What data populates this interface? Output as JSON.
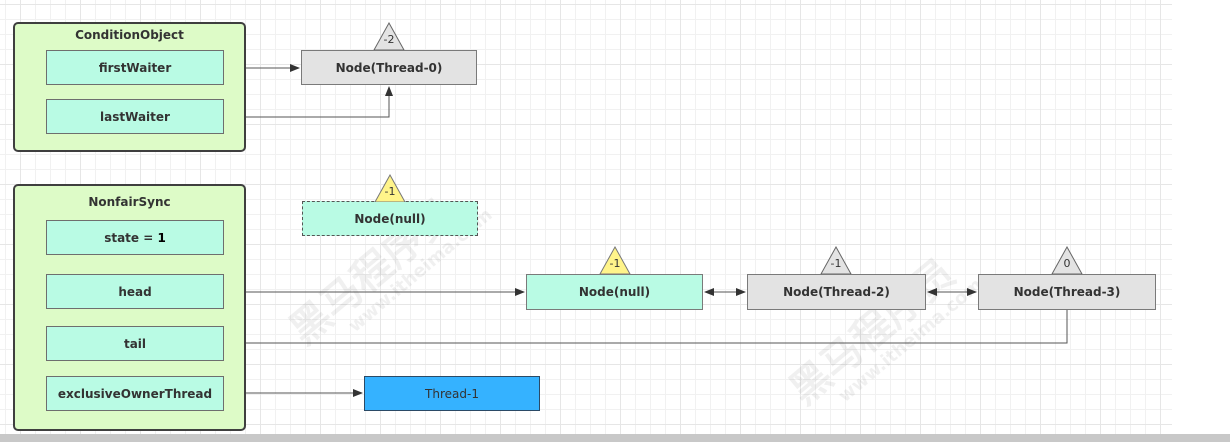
{
  "condition_object": {
    "title": "ConditionObject",
    "fields": [
      "firstWaiter",
      "lastWaiter"
    ]
  },
  "nonfair_sync": {
    "title": "NonfairSync",
    "fields": {
      "state_label": "state = ",
      "state_value": "1",
      "head": "head",
      "tail": "tail",
      "owner": "exclusiveOwnerThread"
    }
  },
  "nodes": {
    "thread0": {
      "label": "Node(Thread-0)",
      "wait_status": "-2"
    },
    "null_dashed": {
      "label": "Node(null)",
      "wait_status": "-1"
    },
    "head_null": {
      "label": "Node(null)",
      "wait_status": "-1"
    },
    "thread2": {
      "label": "Node(Thread-2)",
      "wait_status": "-1"
    },
    "thread3": {
      "label": "Node(Thread-3)",
      "wait_status": "0"
    },
    "owner_thread": {
      "label": "Thread-1"
    }
  },
  "colors": {
    "container_fill": "#ddfbc7",
    "field_fill": "#b9fbe4",
    "node_gray": "#e3e3e3",
    "owner_blue": "#35b2ff",
    "badge_yellow": "#fff48a",
    "badge_gray": "#e3e3e3"
  },
  "watermark": {
    "brand": "黑马程序员",
    "url": "www.itheima.com"
  }
}
